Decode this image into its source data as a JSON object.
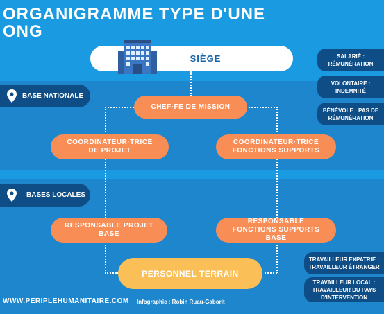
{
  "title": "ORGANIGRAMME TYPE D'UNE ONG",
  "siege": "SIÈGE",
  "sections": {
    "nationale": "BASE NATIONALE",
    "locales": "BASES LOCALES"
  },
  "nodes": {
    "chef": "CHEF·FE DE MISSION",
    "coord_projet": "COORDINATEUR·TRICE DE PROJET",
    "coord_support": "COORDINATEUR·TRICE FONCTIONS SUPPORTS",
    "resp_projet": "RESPONSABLE PROJET BASE",
    "resp_support": "RESPONSABLE FONCTIONS SUPPORTS BASE",
    "terrain": "PERSONNEL TERRAIN"
  },
  "legend_top": [
    "SALARIÉ : RÉMUNÉRATION",
    "VOLONTAIRE : INDEMNITÉ",
    "BÉNÉVOLE : PAS DE RÉMUNÉRATION"
  ],
  "legend_bottom": [
    "TRAVAILLEUR EXPATRIÉ : TRAVAILLEUR ÉTRANGER",
    "TRAVAILLEUR LOCAL : TRAVAILLEUR DU PAYS D'INTERVENTION"
  ],
  "footer": {
    "website": "WWW.PERIPLEHUMANITAIRE.COM",
    "credit": "Infographie : Robin Ruau-Gaborit"
  },
  "colors": {
    "background": "#1a9ae0",
    "band": "#1d86cd",
    "orange": "#f98d56",
    "terrain": "#fbbf57",
    "navy": "#0f4d86"
  }
}
